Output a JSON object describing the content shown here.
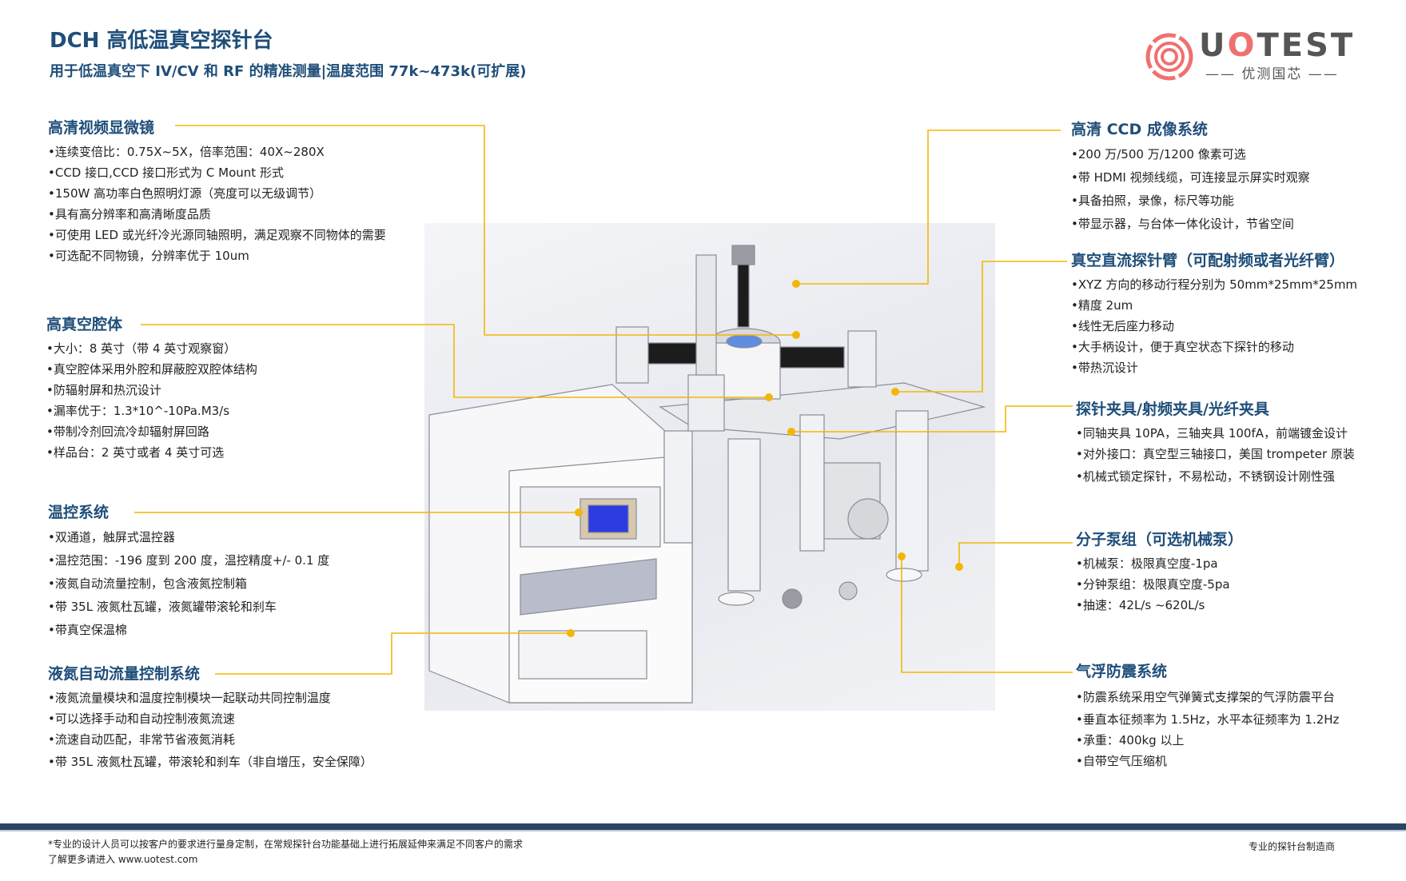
{
  "header": {
    "title": "DCH 高低温真空探针台",
    "subtitle": "用于低温真空下 IV/CV 和 RF 的精准测量|温度范围 77k~473k(可扩展)"
  },
  "logo": {
    "brand_u": "U",
    "brand_o": "O",
    "brand_rest": "TEST",
    "tagline": "—— 优测国芯 ——",
    "accent": "#f07070"
  },
  "left_sections": [
    {
      "title": "高清视频显微镜",
      "items": [
        "连续变倍比：0.75X~5X，倍率范围：40X~280X",
        "CCD 接口,CCD 接口形式为 C Mount 形式",
        "150W 高功率白色照明灯源（亮度可以无级调节）",
        "具有高分辨率和高清晰度品质",
        "可使用 LED 或光纤冷光源同轴照明，满足观察不同物体的需要",
        "可选配不同物镜，分辨率优于 10um"
      ]
    },
    {
      "title": "高真空腔体",
      "items": [
        "大小：8 英寸（带 4 英寸观察窗）",
        "真空腔体采用外腔和屏蔽腔双腔体结构",
        "防辐射屏和热沉设计",
        "漏率优于：1.3*10^-10Pa.M3/s",
        "带制冷剂回流冷却辐射屏回路",
        "样品台：2 英寸或者 4 英寸可选"
      ]
    },
    {
      "title": "温控系统",
      "items": [
        "双通道，触屏式温控器",
        "温控范围：-196 度到 200 度，温控精度+/- 0.1 度",
        "液氮自动流量控制，包含液氮控制箱",
        "带 35L 液氮杜瓦罐，液氮罐带滚轮和刹车",
        "带真空保温棉"
      ]
    },
    {
      "title": "液氮自动流量控制系统",
      "items": [
        "液氮流量模块和温度控制模块一起联动共同控制温度",
        "可以选择手动和自动控制液氮流速",
        "流速自动匹配，非常节省液氮消耗",
        "带 35L 液氮杜瓦罐，带滚轮和刹车（非自增压，安全保障）"
      ]
    }
  ],
  "right_sections": [
    {
      "title": "高清 CCD 成像系统",
      "items": [
        "200 万/500 万/1200 像素可选",
        "带 HDMI 视频线缆，可连接显示屏实时观察",
        "具备拍照，录像，标尺等功能",
        "带显示器，与台体一体化设计，节省空间"
      ]
    },
    {
      "title": "真空直流探针臂（可配射频或者光纤臂）",
      "items": [
        "XYZ 方向的移动行程分别为 50mm*25mm*25mm",
        "精度 2um",
        "线性无后座力移动",
        "大手柄设计，便于真空状态下探针的移动",
        "带热沉设计"
      ]
    },
    {
      "title": "探针夹具/射频夹具/光纤夹具",
      "items": [
        "同轴夹具 10PA，三轴夹具 100fA，前端镀金设计",
        "对外接口：真空型三轴接口，美国 trompeter 原装",
        "机械式锁定探针，不易松动，不锈钢设计刚性强"
      ]
    },
    {
      "title": "分子泵组（可选机械泵）",
      "items": [
        "机械泵：极限真空度-1pa",
        "分钟泵组：极限真空度-5pa",
        "抽速：42L/s ~620L/s"
      ]
    },
    {
      "title": "气浮防震系统",
      "items": [
        "防震系统采用空气弹簧式支撑架的气浮防震平台",
        "垂直本征频率为 1.5Hz，水平本征频率为 1.2Hz",
        "承重：400kg 以上",
        "自带空气压缩机"
      ]
    }
  ],
  "footer": {
    "note": "*专业的设计人员可以按客户的要求进行量身定制，在常规探针台功能基础上进行拓展延伸来满足不同客户的需求",
    "link": "了解更多请进入 www.uotest.com",
    "right": "专业的探针台制造商"
  },
  "colors": {
    "heading": "#1f4e79",
    "leader": "#f2b705",
    "footer_bar": "#2b4463"
  }
}
